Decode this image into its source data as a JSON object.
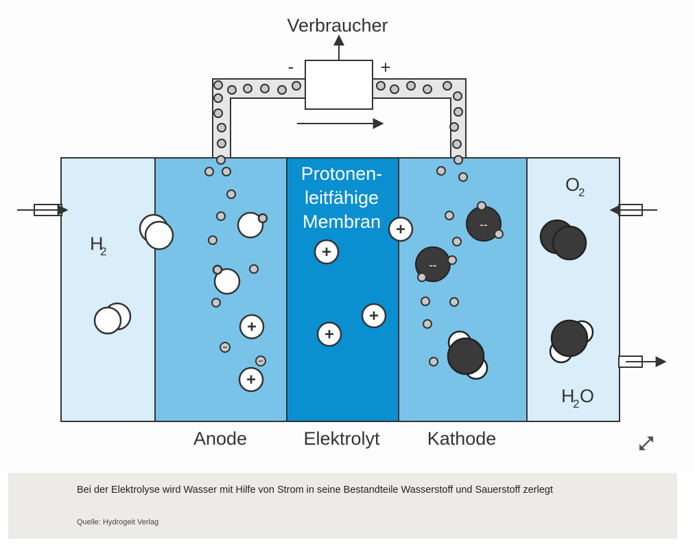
{
  "diagram": {
    "consumer_label": "Verbraucher",
    "minus_sign": "-",
    "plus_sign": "+",
    "membrane_label_lines": [
      "Protonen-",
      "leitfähige",
      "Membran"
    ],
    "h2_label": "H",
    "h2_sub": "2",
    "o2_label": "O",
    "o2_sub": "2",
    "h2o_label_h": "H",
    "h2o_sub": "2",
    "h2o_label_o": "O",
    "anode_label": "Anode",
    "electrolyte_label": "Elektrolyt",
    "cathode_label": "Kathode",
    "proton_symbol": "+",
    "electron_symbol": "−",
    "oxygen_ion_symbol": "--",
    "colors": {
      "outer_chamber": "#d9eef9",
      "electrode": "#79c3e8",
      "membrane": "#0a8fd0",
      "outline": "#333333",
      "atom_dark": "#3a3a3a",
      "electron_grey": "#c8c8c8"
    }
  },
  "expand_icon": "expand-arrows-icon",
  "caption": {
    "text": "Bei der Elektrolyse wird Wasser mit Hilfe von Strom in seine Bestandteile Wasserstoff und Sauerstoff zerlegt",
    "source": "Quelle: Hydrogeit Verlag"
  }
}
